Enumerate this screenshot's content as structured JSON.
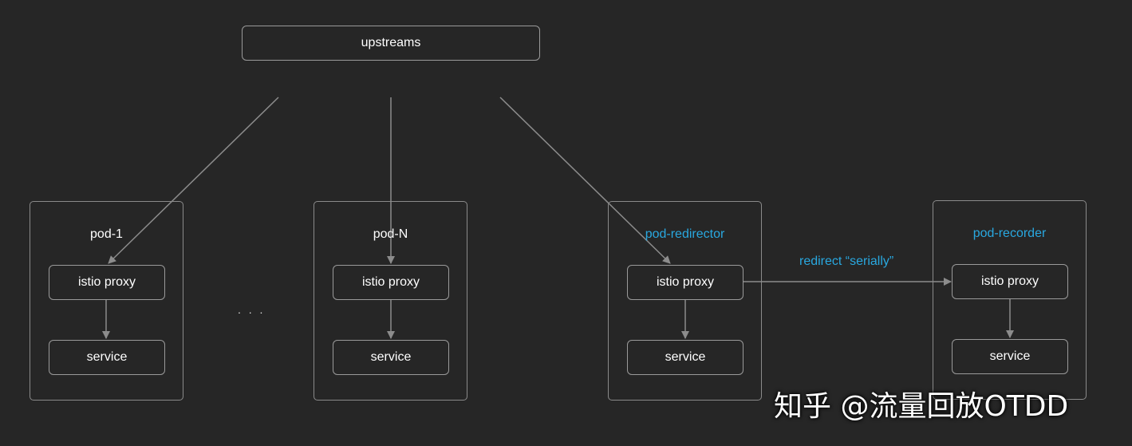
{
  "diagram": {
    "upstream": {
      "label": "upstreams"
    },
    "pods": [
      {
        "title": "pod-1",
        "highlight": false,
        "proxy": "istio proxy",
        "service": "service"
      },
      {
        "title": "pod-N",
        "highlight": false,
        "proxy": "istio proxy",
        "service": "service"
      },
      {
        "title": "pod-redirector",
        "highlight": true,
        "proxy": "istio proxy",
        "service": "service"
      },
      {
        "title": "pod-recorder",
        "highlight": true,
        "proxy": "istio proxy",
        "service": "service"
      }
    ],
    "ellipsis": ". . .",
    "redirect_label": "redirect “serially”"
  },
  "watermark": {
    "text": "知乎 @流量回放OTDD"
  },
  "colors": {
    "background": "#262626",
    "box_border": "#9a9a9a",
    "arrow": "#8c8c8c",
    "accent_blue": "#29a8e0",
    "text": "#ffffff"
  }
}
